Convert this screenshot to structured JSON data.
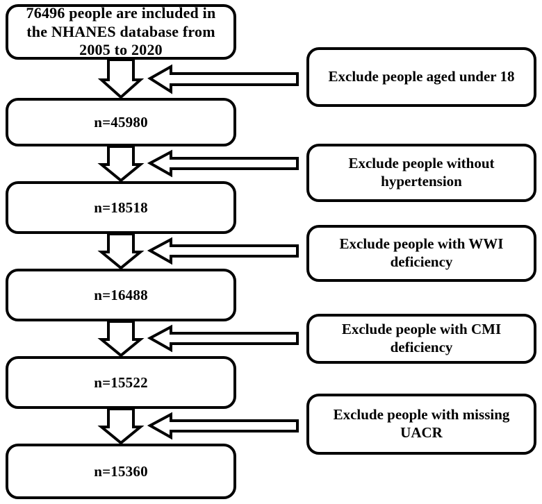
{
  "figure": {
    "type": "flowchart",
    "orientation": "vertical-with-side-exclusions",
    "background_color": "#ffffff",
    "line_color": "#000000",
    "box_fill": "#ffffff"
  },
  "cohort_nodes": [
    {
      "id": "cohort-0",
      "label": "76496 people are included in the NHANES database from 2005 to 2020",
      "n": 76496
    },
    {
      "id": "cohort-1",
      "label": "n=45980",
      "n": 45980
    },
    {
      "id": "cohort-2",
      "label": "n=18518",
      "n": 18518
    },
    {
      "id": "cohort-3",
      "label": "n=16488",
      "n": 16488
    },
    {
      "id": "cohort-4",
      "label": "n=15522",
      "n": 15522
    },
    {
      "id": "cohort-5",
      "label": "n=15360",
      "n": 15360
    }
  ],
  "exclusion_nodes": [
    {
      "id": "exclusion-0",
      "label": "Exclude people aged under 18"
    },
    {
      "id": "exclusion-1",
      "label": "Exclude people without hypertension"
    },
    {
      "id": "exclusion-2",
      "label": "Exclude people with WWI deficiency"
    },
    {
      "id": "exclusion-3",
      "label": "Exclude people with CMI deficiency"
    },
    {
      "id": "exclusion-4",
      "label": "Exclude people with missing UACR"
    }
  ],
  "connectors": {
    "down_arrow_icon": "down-block-arrow-icon",
    "left_arrow_icon": "left-block-arrow-icon",
    "count": 5
  }
}
